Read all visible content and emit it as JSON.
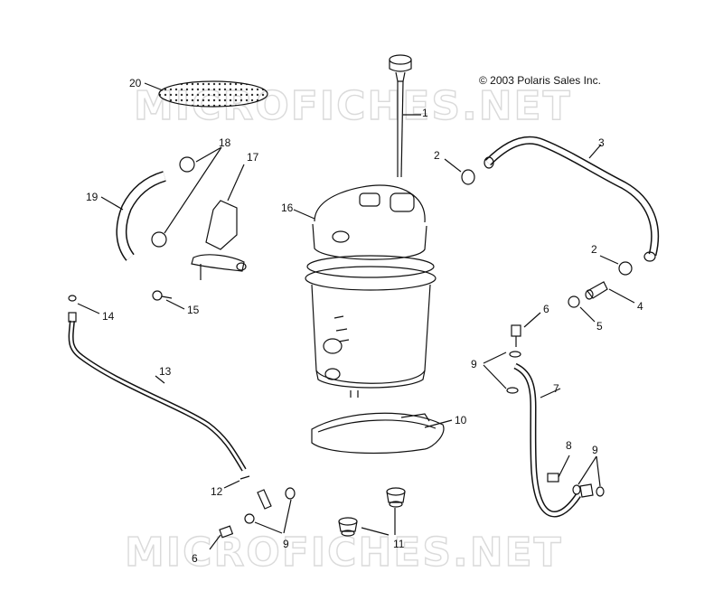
{
  "copyright": "© 2003 Polaris Sales Inc.",
  "watermark": "MICROFICHES.NET",
  "callouts": {
    "c1": "1",
    "c2a": "2",
    "c2b": "2",
    "c3": "3",
    "c4": "4",
    "c5": "5",
    "c6a": "6",
    "c6b": "6",
    "c7": "7",
    "c8": "8",
    "c9a": "9",
    "c9b": "9",
    "c9c": "9",
    "c10": "10",
    "c11": "11",
    "c12": "12",
    "c13": "13",
    "c14": "14",
    "c15": "15",
    "c16": "16",
    "c17": "17",
    "c18": "18",
    "c19": "19",
    "c20": "20"
  }
}
